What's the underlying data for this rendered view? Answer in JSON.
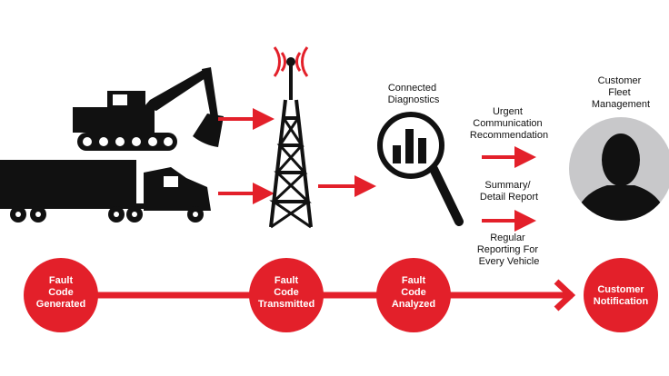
{
  "colors": {
    "accent": "#e3202a",
    "dark": "#111111",
    "avatar_bg": "#c8c8ca"
  },
  "labels": {
    "connected_diagnostics": [
      "Connected",
      "Diagnostics"
    ],
    "customer_fleet": [
      "Customer",
      "Fleet",
      "Management"
    ],
    "urgent": [
      "Urgent",
      "Communication",
      "Recommendation"
    ],
    "summary": [
      "Summary/",
      "Detail Report"
    ],
    "regular": [
      "Regular",
      "Reporting For",
      "Every Vehicle"
    ]
  },
  "steps": [
    {
      "lines": [
        "Fault",
        "Code",
        "Generated"
      ]
    },
    {
      "lines": [
        "Fault",
        "Code",
        "Transmitted"
      ]
    },
    {
      "lines": [
        "Fault",
        "Code",
        "Analyzed"
      ]
    },
    {
      "lines": [
        "Customer",
        "Notification"
      ]
    }
  ],
  "icons": [
    "excavator-icon",
    "semi-truck-icon",
    "radio-tower-icon",
    "magnifier-chart-icon",
    "person-avatar-icon"
  ]
}
